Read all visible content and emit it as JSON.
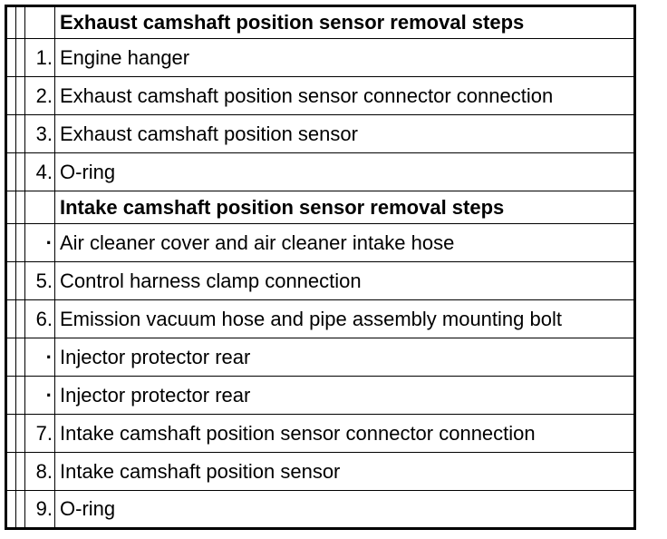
{
  "sections": [
    {
      "heading": "Exhaust camshaft position sensor removal steps",
      "steps": [
        {
          "num": "1.",
          "text": "Engine hanger"
        },
        {
          "num": "2.",
          "text": "Exhaust camshaft position sensor connector connection"
        },
        {
          "num": "3.",
          "text": "Exhaust camshaft position sensor"
        },
        {
          "num": "4.",
          "text": "O-ring"
        }
      ]
    },
    {
      "heading": "Intake camshaft position sensor removal steps",
      "steps": [
        {
          "num": "·",
          "text": "Air cleaner cover and air cleaner intake hose"
        },
        {
          "num": "5.",
          "text": "Control harness clamp connection"
        },
        {
          "num": "6.",
          "text": "Emission vacuum hose and pipe assembly mounting bolt"
        },
        {
          "num": "·",
          "text": "Injector protector rear"
        },
        {
          "num": "·",
          "text": "Injector protector rear"
        },
        {
          "num": "7.",
          "text": "Intake camshaft position sensor connector connection"
        },
        {
          "num": "8.",
          "text": "Intake camshaft position sensor"
        },
        {
          "num": "9.",
          "text": "O-ring"
        }
      ]
    }
  ]
}
